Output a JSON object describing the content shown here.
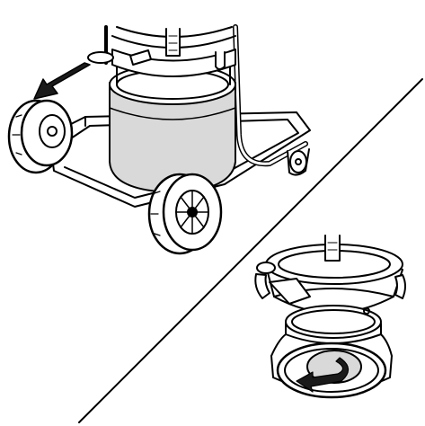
{
  "illustration": {
    "panels": [
      {
        "id": "vacuum-cart",
        "subject": "vacuum-on-wheeled-trolley"
      },
      {
        "id": "filter-detail",
        "subject": "container-ring-removal"
      }
    ],
    "arrows": [
      {
        "id": "removal-direction",
        "icon": "arrow-left-icon"
      },
      {
        "id": "rotation-direction",
        "icon": "curved-arrow-icon"
      }
    ],
    "divider": {
      "icon": "diagonal-divider-line"
    },
    "colors": {
      "line": "#000000",
      "canister_fill": "#d9d9d9",
      "arrow_fill": "#1a1a1a",
      "background": "#ffffff"
    }
  }
}
